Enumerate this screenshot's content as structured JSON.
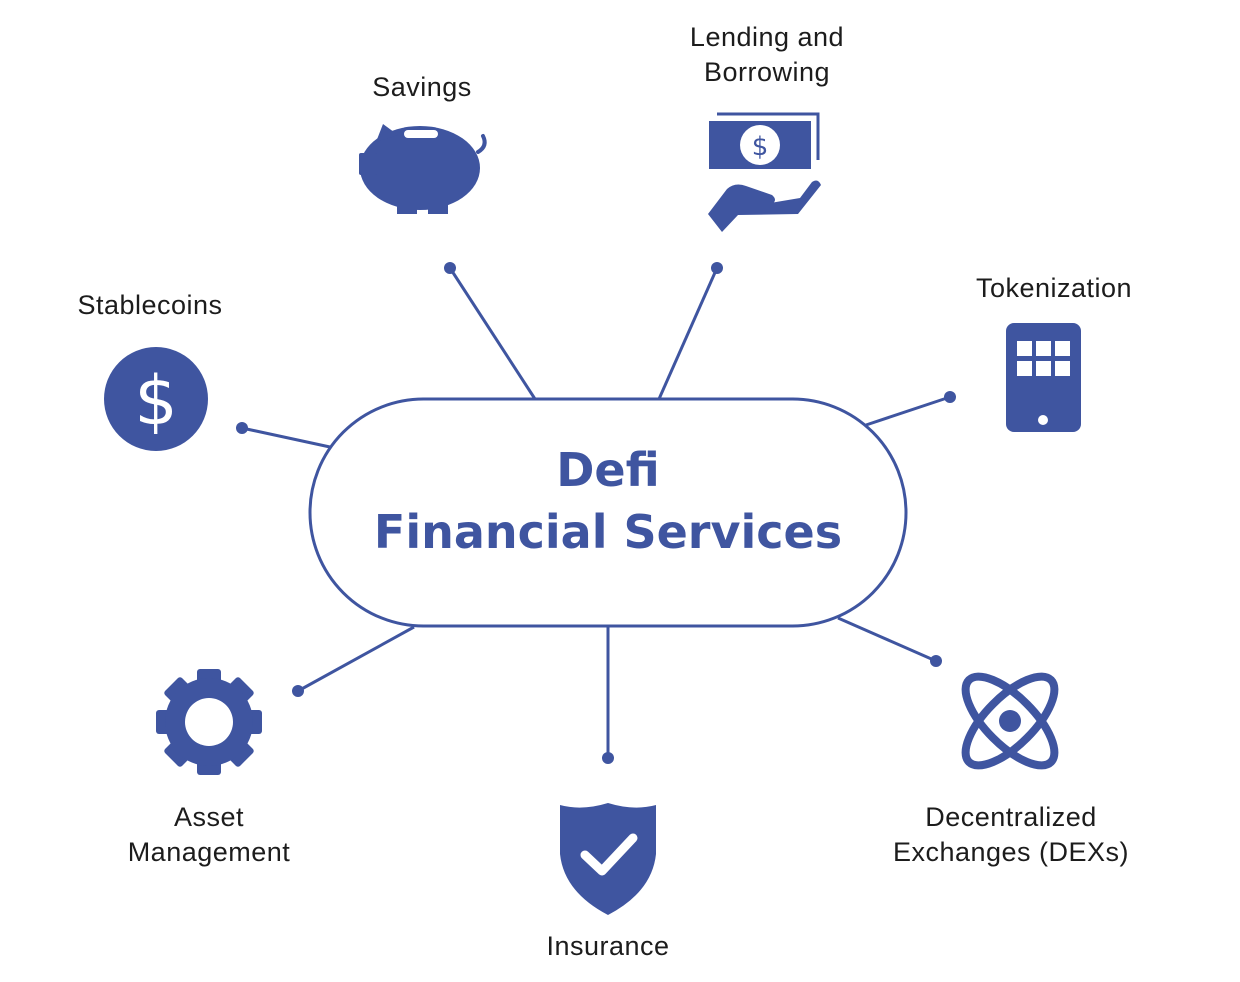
{
  "center": {
    "line1": "Defi",
    "line2": "Financial Services"
  },
  "nodes": {
    "savings": {
      "label": "Savings",
      "icon": "piggy-bank-icon"
    },
    "lending": {
      "line1": "Lending and",
      "line2": "Borrowing",
      "icon": "cash-in-hand-icon"
    },
    "tokenization": {
      "label": "Tokenization",
      "icon": "mobile-phone-icon"
    },
    "stablecoins": {
      "label": "Stablecoins",
      "icon": "dollar-coin-icon"
    },
    "asset_management": {
      "line1": "Asset",
      "line2": "Management",
      "icon": "gear-icon"
    },
    "insurance": {
      "label": "Insurance",
      "icon": "shield-check-icon"
    },
    "dexs": {
      "line1": "Decentralized",
      "line2": "Exchanges (DEXs)",
      "icon": "atom-icon"
    }
  },
  "colors": {
    "primary": "#3f55a0",
    "text": "#1c1c1c",
    "background": "#ffffff"
  }
}
